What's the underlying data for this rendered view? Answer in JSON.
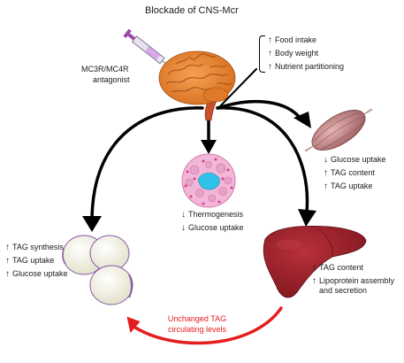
{
  "title": "Blockade of CNS-Mcr",
  "antagonist": {
    "line1": "MC3R/MC4R",
    "line2": "antagonist"
  },
  "brain_effects": [
    {
      "arrow": "↑",
      "text": "Food intake"
    },
    {
      "arrow": "↑",
      "text": "Body weight"
    },
    {
      "arrow": "↑",
      "text": "Nutrient partitioning"
    }
  ],
  "muscle_effects": [
    {
      "arrow": "↓",
      "text": "Glucose uptake"
    },
    {
      "arrow": "↑",
      "text": "TAG content"
    },
    {
      "arrow": "↑",
      "text": "TAG uptake"
    }
  ],
  "brown_fat_effects": [
    {
      "arrow": "↓",
      "text": "Thermogenesis"
    },
    {
      "arrow": "↓",
      "text": "Glucose uptake"
    }
  ],
  "white_fat_effects": [
    {
      "arrow": "↑",
      "text": "TAG synthesis"
    },
    {
      "arrow": "↑",
      "text": "TAG uptake"
    },
    {
      "arrow": "↑",
      "text": "Glucose uptake"
    }
  ],
  "liver_effects": [
    {
      "arrow": "↑",
      "text": "TAG content"
    },
    {
      "arrow": "↑",
      "text": "Lipoprotein assembly",
      "text2": "and secretion"
    }
  ],
  "circulating": {
    "line1": "Unchanged TAG",
    "line2": "circulating levels"
  },
  "colors": {
    "arrow": "#000000",
    "red_arrow": "#e41e1e",
    "brain": "#e9842c",
    "brain_shadow": "#b85a18",
    "muscle": "#c78d8d",
    "muscle_dark": "#8e4f53",
    "liver": "#8e1b24",
    "liver_light": "#b02c35",
    "brown_fat": "#f2b7d8",
    "brown_fat_dots": "#d63f8e",
    "nucleus": "#30c2e8",
    "white_fat": "#f4f3e5",
    "white_fat_edge": "#8a5aa6",
    "syringe_plunger": "#9a4aa8"
  }
}
